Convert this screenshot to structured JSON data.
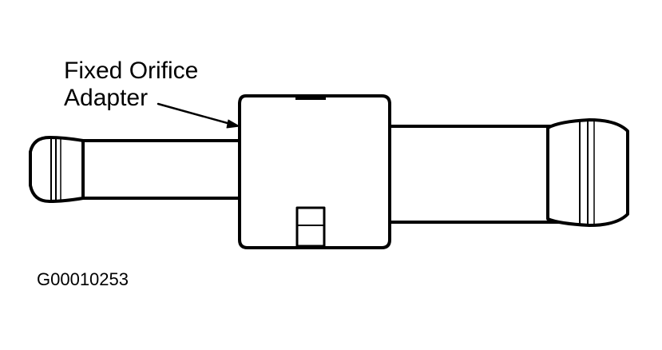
{
  "diagram": {
    "callout": {
      "line1": "Fixed Orifice",
      "line2": "Adapter"
    },
    "figure_id": "G00010253",
    "colors": {
      "line": "#000000",
      "fill": "#ffffff"
    }
  }
}
